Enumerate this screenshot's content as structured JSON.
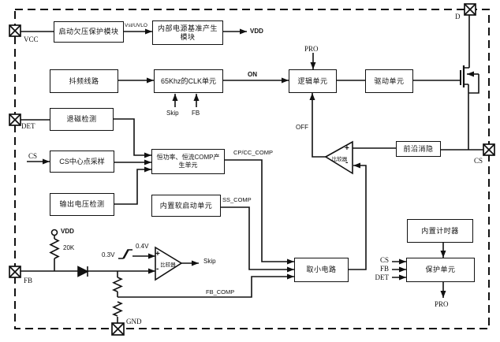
{
  "blocks": {
    "uvlo": "启动欠压保护模块",
    "ref": "内部电源基准产生模块",
    "jitter": "抖频线路",
    "clk": "65Khz的CLK单元",
    "logic": "逻辑单元",
    "drive": "驱动单元",
    "demag": "退磁检测",
    "cs_sample": "CS中心点采样",
    "vout_det": "输出电压检测",
    "comp_gen": "恒功率、恒流COMP产生单元",
    "soft_start": "内置软启动单元",
    "leb": "前沿消隐",
    "min_sel": "取小电路",
    "timer": "内置计时器",
    "protect": "保护单元",
    "comparator": "比较器"
  },
  "pins": {
    "vcc": "VCC",
    "det": "DET",
    "fb": "FB",
    "gnd": "GND",
    "drain": "D",
    "cs": "CS"
  },
  "signals": {
    "vst_uvlo": "Vst/UVLO",
    "vdd": "VDD",
    "on": "ON",
    "off": "OFF",
    "pro": "PRO",
    "skip": "Skip",
    "fb": "FB",
    "cp_cc_comp": "CP/CC_COMP",
    "ss_comp": "SS_COMP",
    "fb_comp": "FB_COMP"
  },
  "values": {
    "r_pullup": "20K",
    "vth_low": "0.3V",
    "vth_high": "0.4V"
  },
  "symbols": {
    "plus": "+",
    "minus": "-"
  },
  "colors": {
    "line": "#111111",
    "background": "#ffffff"
  }
}
